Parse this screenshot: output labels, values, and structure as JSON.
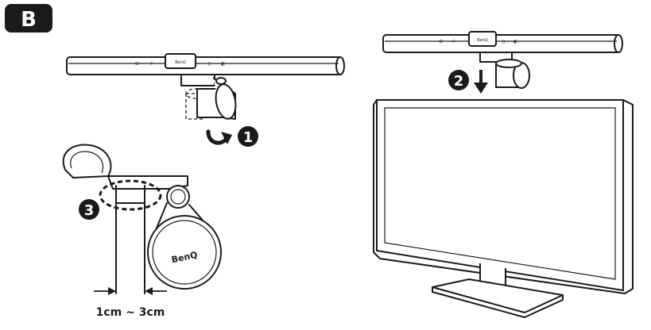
{
  "section_badge": {
    "label": "B"
  },
  "steps": [
    {
      "label": "1"
    },
    {
      "label": "2"
    },
    {
      "label": "3"
    }
  ],
  "brand": {
    "name": "BenQ"
  },
  "dimension": {
    "label": "1cm ~ 3cm"
  },
  "icons": [
    "rotate-arrow-icon",
    "down-arrow-icon",
    "dimension-arrow-icon"
  ],
  "colors": {
    "ink": "#1a1a1a",
    "paper": "#ffffff"
  }
}
